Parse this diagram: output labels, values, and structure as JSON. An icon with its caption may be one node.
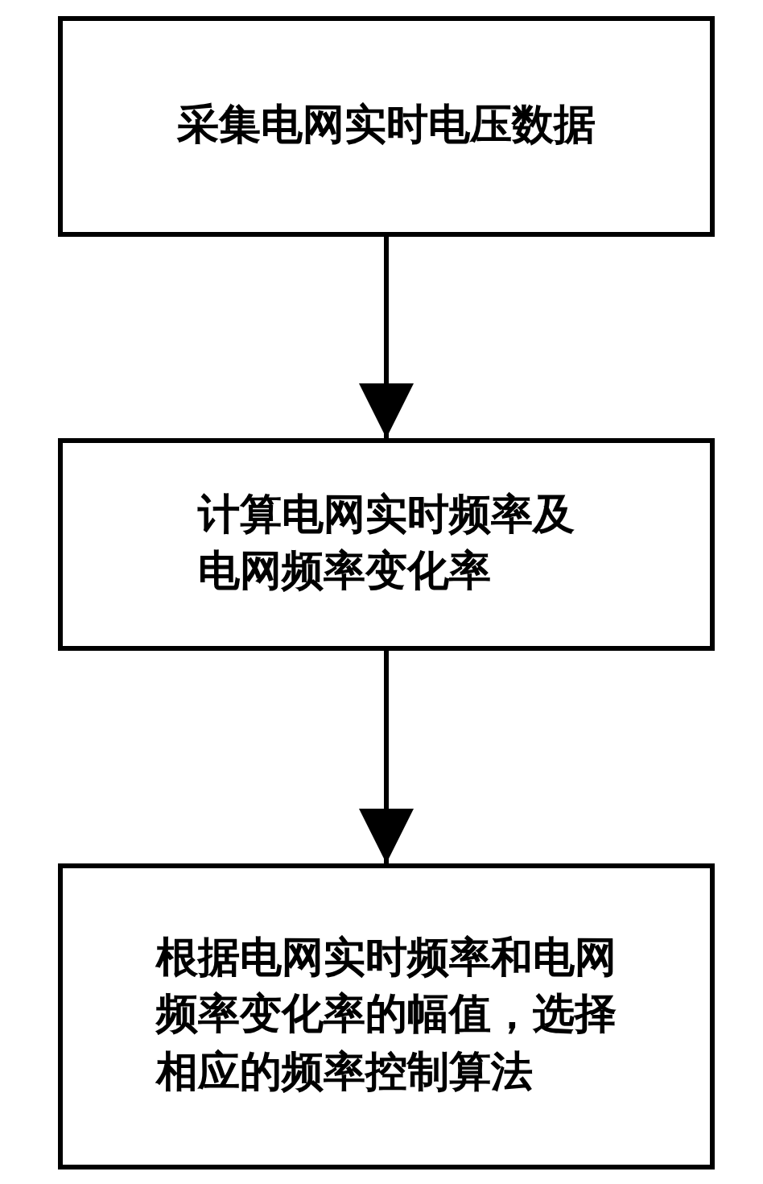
{
  "diagram": {
    "nodes": [
      {
        "text": [
          "采集电网实时电压数据"
        ]
      },
      {
        "text": [
          "计算电网实时频率及电网频率变化率"
        ]
      },
      {
        "text": [
          "根据电网实时频率和电网频率变化率的幅值，选择相应的频率控制算法"
        ]
      }
    ],
    "edges": [
      {
        "from": 0,
        "to": 1,
        "arrow": "to"
      },
      {
        "from": 1,
        "to": 2,
        "arrow": "to"
      }
    ]
  }
}
